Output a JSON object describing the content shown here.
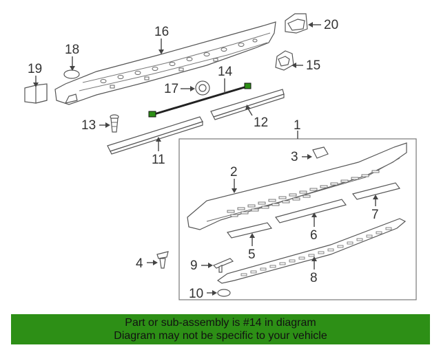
{
  "diagram": {
    "callouts": [
      "1",
      "2",
      "3",
      "4",
      "5",
      "6",
      "7",
      "8",
      "9",
      "10",
      "11",
      "12",
      "13",
      "14",
      "15",
      "16",
      "17",
      "18",
      "19",
      "20"
    ],
    "highlighted_part": "14",
    "highlight_color": "#2d8f16"
  },
  "banner": {
    "line1": "Part or sub-assembly is #14 in diagram",
    "line2": "Diagram may not be specific to your vehicle",
    "background": "#2d8f16"
  }
}
